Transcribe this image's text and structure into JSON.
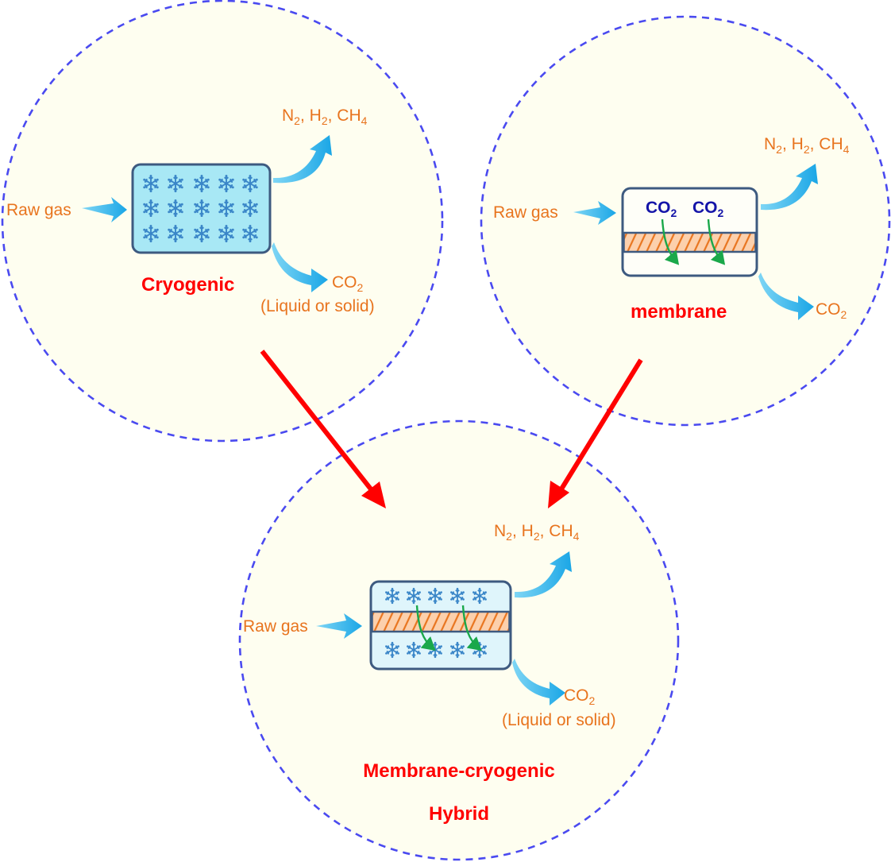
{
  "figure": {
    "colors": {
      "circle_fill": "#fefef0",
      "circle_stroke": "#4a4af0",
      "label_orange": "#e8741e",
      "title_red": "#ff0000",
      "co2_blue": "#1414a8",
      "flow_arrow": "#3bb4ea",
      "red_arrow": "#ff0000",
      "permeate_arrow": "#1aa84a",
      "membrane_fill": "#fcd0ac",
      "membrane_hatch": "#e8741e",
      "box_border": "#3d5a80",
      "cryo_fill": "#a8e8f5",
      "hybrid_fill": "#dff5fb"
    },
    "cryogenic": {
      "title": "Cryogenic",
      "input": "Raw gas",
      "output_top": {
        "species": [
          {
            "base": "N",
            "sub": "2"
          },
          {
            "base": "H",
            "sub": "2"
          },
          {
            "base": "CH",
            "sub": "4"
          }
        ]
      },
      "output_bottom": {
        "base": "CO",
        "sub": "2",
        "note": "(Liquid or solid)"
      },
      "icon": "snowflake-grid-icon"
    },
    "membrane": {
      "title": "membrane",
      "input": "Raw gas",
      "output_top": {
        "species": [
          {
            "base": "N",
            "sub": "2"
          },
          {
            "base": "H",
            "sub": "2"
          },
          {
            "base": "CH",
            "sub": "4"
          }
        ]
      },
      "output_bottom": {
        "base": "CO",
        "sub": "2",
        "note": ""
      },
      "permeate_labels": [
        {
          "base": "CO",
          "sub": "2"
        },
        {
          "base": "CO",
          "sub": "2"
        }
      ]
    },
    "hybrid": {
      "title_line1": "Membrane-cryogenic",
      "title_line2": "Hybrid",
      "input": "Raw gas",
      "output_top": {
        "species": [
          {
            "base": "N",
            "sub": "2"
          },
          {
            "base": "H",
            "sub": "2"
          },
          {
            "base": "CH",
            "sub": "4"
          }
        ]
      },
      "output_bottom": {
        "base": "CO",
        "sub": "2",
        "note": "(Liquid or solid)"
      }
    }
  }
}
